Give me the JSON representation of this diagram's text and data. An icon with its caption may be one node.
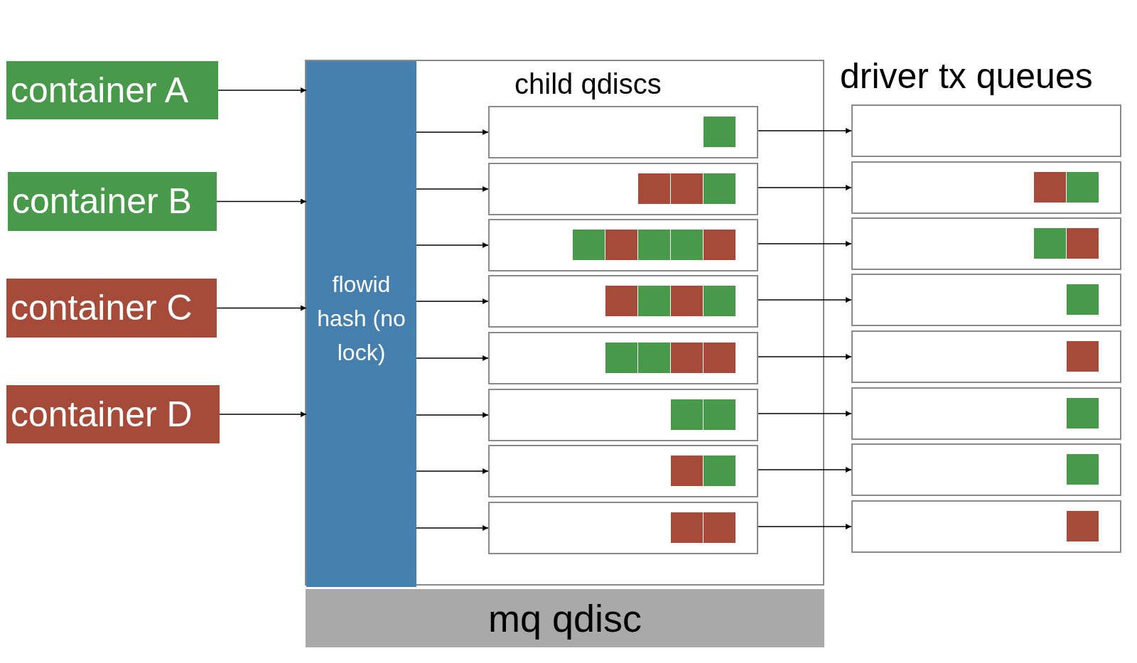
{
  "diagram": {
    "nodes": [
      {
        "text": [
          "container A"
        ]
      },
      {
        "text": [
          "container B"
        ]
      },
      {
        "text": [
          "container C"
        ]
      },
      {
        "text": [
          "container D"
        ]
      },
      {
        "text": [
          "child qdiscs"
        ]
      },
      {
        "text": [
          "flowid hash (no lock)"
        ],
        "in": 4
      },
      {
        "text": [],
        "shape": "box",
        "in": 4
      },
      {
        "text": [],
        "shape": "box",
        "in": 4
      },
      {
        "text": [],
        "shape": "box",
        "in": 4
      },
      {
        "text": [],
        "shape": "box",
        "in": 4
      },
      {
        "text": [],
        "shape": "box",
        "in": 4
      },
      {
        "text": [],
        "shape": "box",
        "in": 4
      },
      {
        "text": [],
        "shape": "box",
        "in": 4
      },
      {
        "text": [],
        "shape": "box",
        "in": 4
      },
      {
        "text": [],
        "shape": "box"
      },
      {
        "text": [],
        "shape": "box"
      },
      {
        "text": [],
        "shape": "box"
      },
      {
        "text": [],
        "shape": "box"
      },
      {
        "text": [],
        "shape": "box"
      },
      {
        "text": [],
        "shape": "box"
      },
      {
        "text": [],
        "shape": "box"
      },
      {
        "text": [],
        "shape": "box"
      },
      {
        "text": [
          "mq qdisc"
        ]
      }
    ],
    "edges": [
      {
        "from": 0,
        "to": 5,
        "arrow": "to"
      },
      {
        "from": 1,
        "to": 5,
        "arrow": "to"
      },
      {
        "from": 2,
        "to": 5,
        "arrow": "to"
      },
      {
        "from": 3,
        "to": 5,
        "arrow": "to"
      },
      {
        "from": 5,
        "to": 6,
        "arrow": "to"
      },
      {
        "from": 5,
        "to": 7,
        "arrow": "to"
      },
      {
        "from": 5,
        "to": 8,
        "arrow": "to"
      },
      {
        "from": 5,
        "to": 9,
        "arrow": "to"
      },
      {
        "from": 5,
        "to": 10,
        "arrow": "to"
      },
      {
        "from": 5,
        "to": 11,
        "arrow": "to"
      },
      {
        "from": 5,
        "to": 12,
        "arrow": "to"
      },
      {
        "from": 5,
        "to": 13,
        "arrow": "to"
      },
      {
        "from": 6,
        "to": 14,
        "arrow": "to"
      },
      {
        "from": 7,
        "to": 15,
        "arrow": "to"
      },
      {
        "from": 8,
        "to": 16,
        "arrow": "to"
      },
      {
        "from": 9,
        "to": 17,
        "arrow": "to"
      },
      {
        "from": 10,
        "to": 18,
        "arrow": "to"
      },
      {
        "from": 11,
        "to": 19,
        "arrow": "to"
      },
      {
        "from": 12,
        "to": 20,
        "arrow": "to"
      },
      {
        "from": 13,
        "to": 21,
        "arrow": "to"
      }
    ],
    "labels": [
      "driver tx queues"
    ]
  }
}
